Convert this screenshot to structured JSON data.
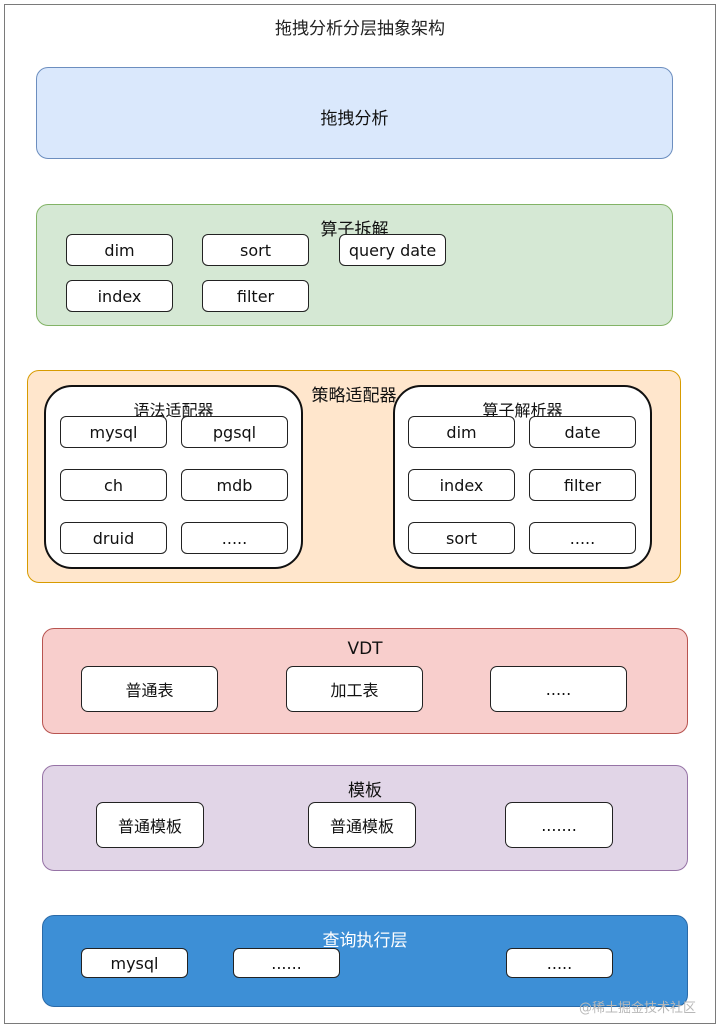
{
  "title": "拖拽分析分层抽象架构",
  "layers": {
    "drag": {
      "label": "拖拽分析",
      "fill": "#dae8fc",
      "stroke": "#6c8ebf"
    },
    "operator": {
      "label": "算子拆解",
      "fill": "#d5e8d4",
      "stroke": "#82b366",
      "items": [
        "dim",
        "sort",
        "query date",
        "index",
        "filter"
      ]
    },
    "strategy": {
      "label": "策略适配器",
      "fill": "#ffe6cc",
      "stroke": "#d79b00",
      "syntax": {
        "label": "语法适配器",
        "items": [
          "mysql",
          "pgsql",
          "ch",
          "mdb",
          "druid",
          "....."
        ]
      },
      "parser": {
        "label": "算子解析器",
        "items": [
          "dim",
          "date",
          "index",
          "filter",
          "sort",
          "....."
        ]
      }
    },
    "vdt": {
      "label": "VDT",
      "fill": "#f8cecc",
      "stroke": "#b85450",
      "items": [
        "普通表",
        "加工表",
        "....."
      ]
    },
    "template": {
      "label": "模板",
      "fill": "#e1d5e7",
      "stroke": "#9673a6",
      "items": [
        "普通模板",
        "普通模板",
        "......."
      ]
    },
    "query": {
      "label": "查询执行层",
      "fill": "#3d8fd6",
      "stroke": "#2a6aa8",
      "items": [
        "mysql",
        "......",
        "....."
      ]
    }
  },
  "watermark": "@稀土掘金技术社区"
}
